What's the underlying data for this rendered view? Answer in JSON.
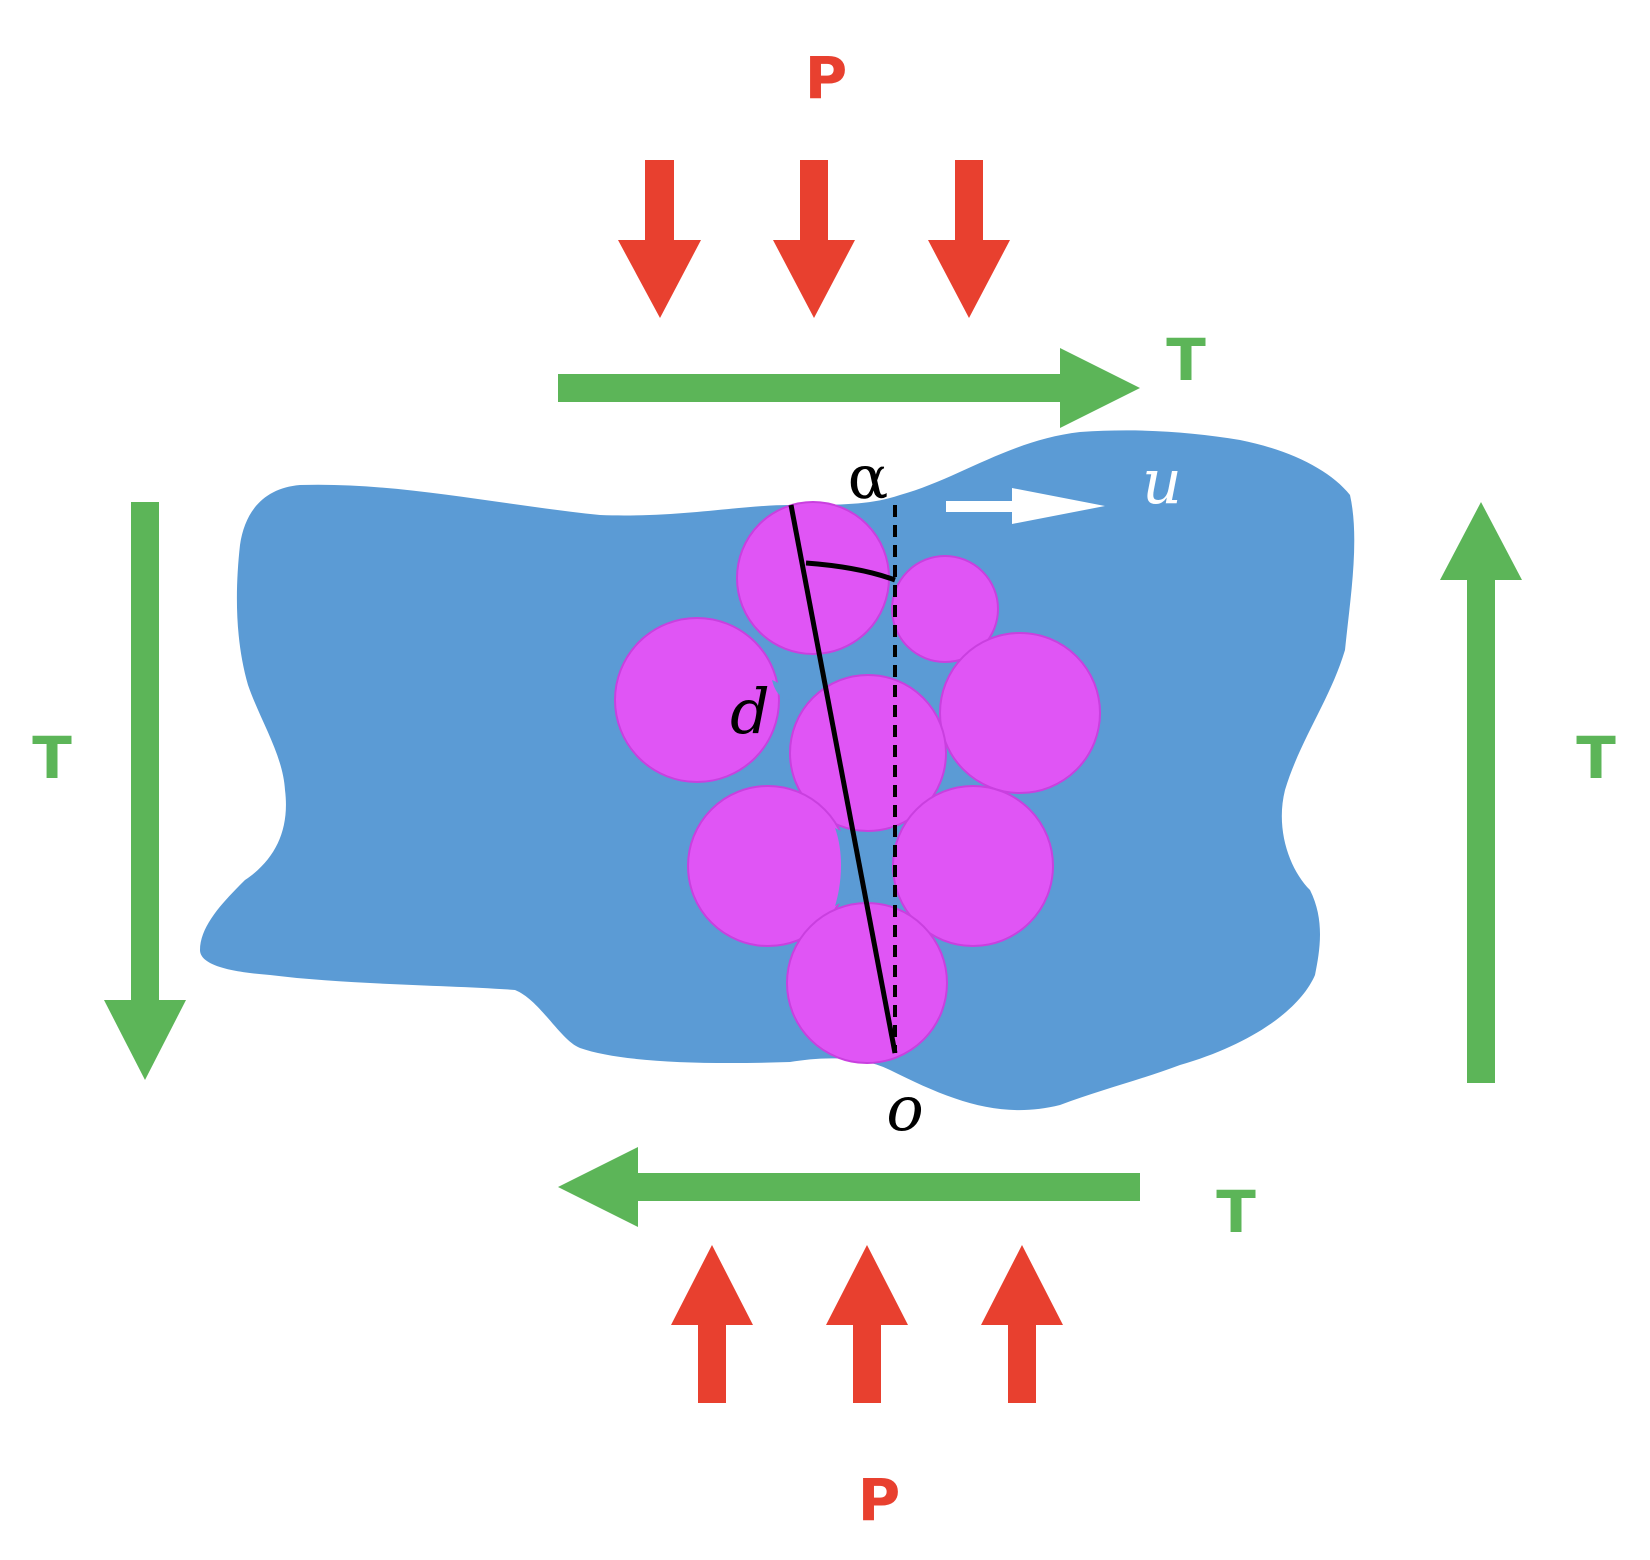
{
  "labels": {
    "pressure_top": "P",
    "pressure_bottom": "P",
    "shear_top": "T",
    "shear_bottom": "T",
    "shear_left": "T",
    "shear_right": "T",
    "angle": "α",
    "displacement": "u",
    "length": "d",
    "origin": "o"
  },
  "colors": {
    "pressure": "#E8402F",
    "shear": "#5CB558",
    "body": "#5B9BD5",
    "particles": "#E055F5",
    "displacement_arrow": "#FFFFFF",
    "lines": "#000000"
  }
}
